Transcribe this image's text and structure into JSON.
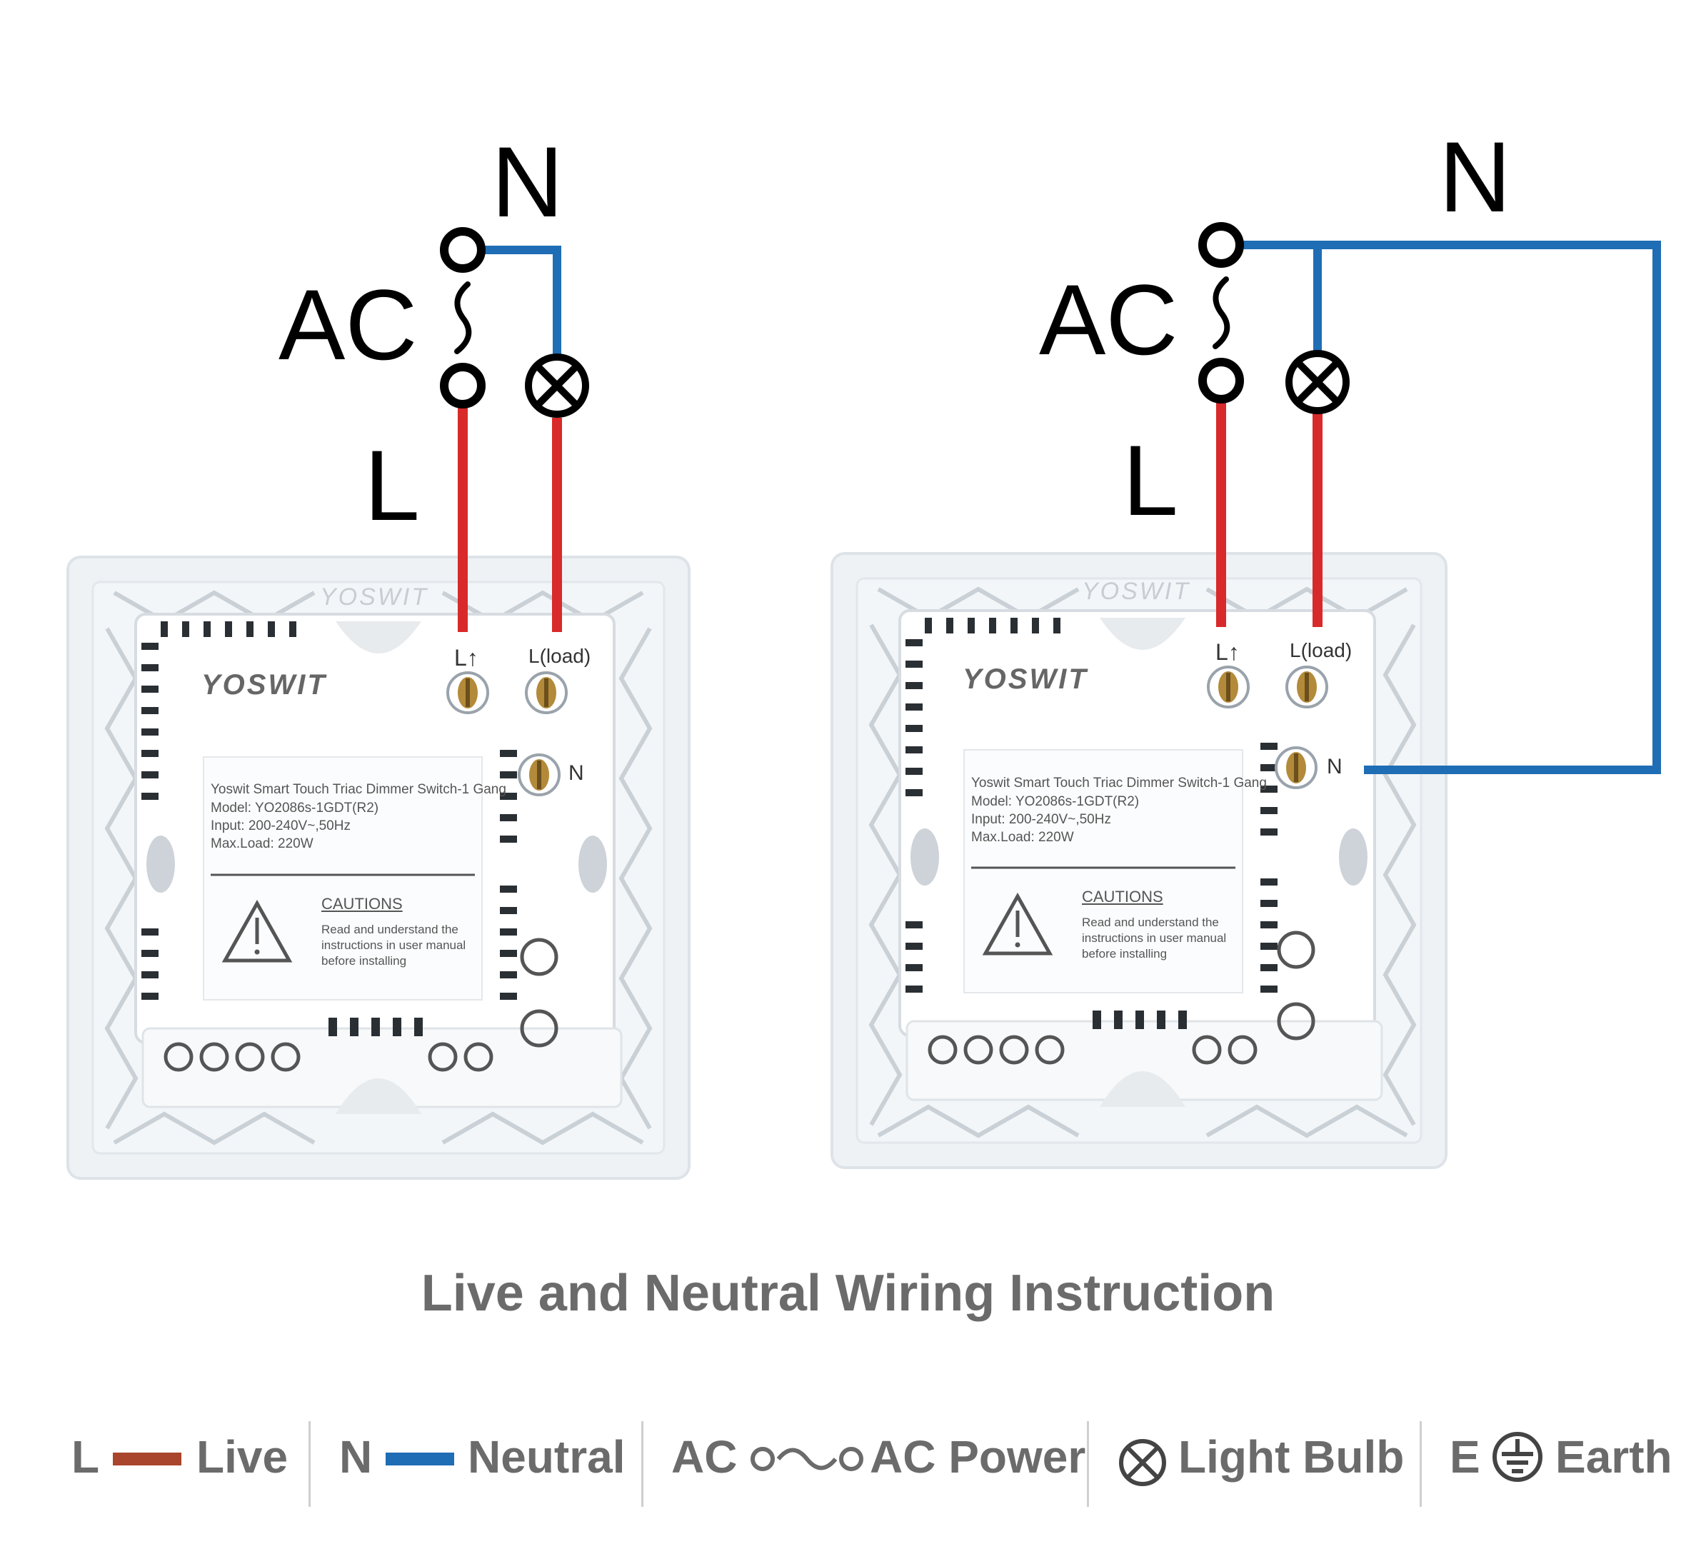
{
  "diagrams": [
    {
      "labels": {
        "n": "N",
        "ac": "AC",
        "l": "L"
      },
      "panel": {
        "brand_top": "YOSWIT",
        "brand": "YOSWIT",
        "terminal_live": "L↑",
        "terminal_load": "L(load)",
        "terminal_neutral": "N",
        "product_line1": "Yoswit Smart Touch Triac Dimmer Switch-1 Gang",
        "product_line2": "Model: YO2086s-1GDT(R2)",
        "product_line3": "Input: 200-240V~,50Hz",
        "product_line4": "Max.Load: 220W",
        "cautions_title": "CAUTIONS",
        "cautions_line1": "Read and understand the",
        "cautions_line2": "instructions in user manual",
        "cautions_line3": "before installing"
      }
    },
    {
      "labels": {
        "n": "N",
        "ac": "AC",
        "l": "L"
      },
      "panel": {
        "brand_top": "YOSWIT",
        "brand": "YOSWIT",
        "terminal_live": "L↑",
        "terminal_load": "L(load)",
        "terminal_neutral": "N",
        "product_line1": "Yoswit Smart Touch Triac Dimmer Switch-1 Gang",
        "product_line2": "Model: YO2086s-1GDT(R2)",
        "product_line3": "Input: 200-240V~,50Hz",
        "product_line4": "Max.Load: 220W",
        "cautions_title": "CAUTIONS",
        "cautions_line1": "Read and understand the",
        "cautions_line2": "instructions in user manual",
        "cautions_line3": "before installing"
      }
    }
  ],
  "title": "Live and Neutral Wiring Instruction",
  "legend": {
    "live": {
      "letter": "L",
      "text": "Live"
    },
    "neutral": {
      "letter": "N",
      "text": "Neutral"
    },
    "ac": {
      "letter": "AC",
      "text": "AC Power"
    },
    "bulb": {
      "text": "Light Bulb"
    },
    "earth": {
      "letter": "E",
      "text": "Earth"
    }
  },
  "colors": {
    "live_wire": "#d82a2a",
    "neutral_wire": "#1f6db5",
    "legend_live": "#a9452c",
    "legend_neutral": "#1f6db5",
    "legend_text": "#6b6b6b"
  },
  "icons": {
    "terminal": "open-circle-icon",
    "ac_source": "ac-wave-icon",
    "bulb": "light-bulb-icon",
    "earth": "earth-ground-icon",
    "warning": "warning-triangle-icon"
  }
}
